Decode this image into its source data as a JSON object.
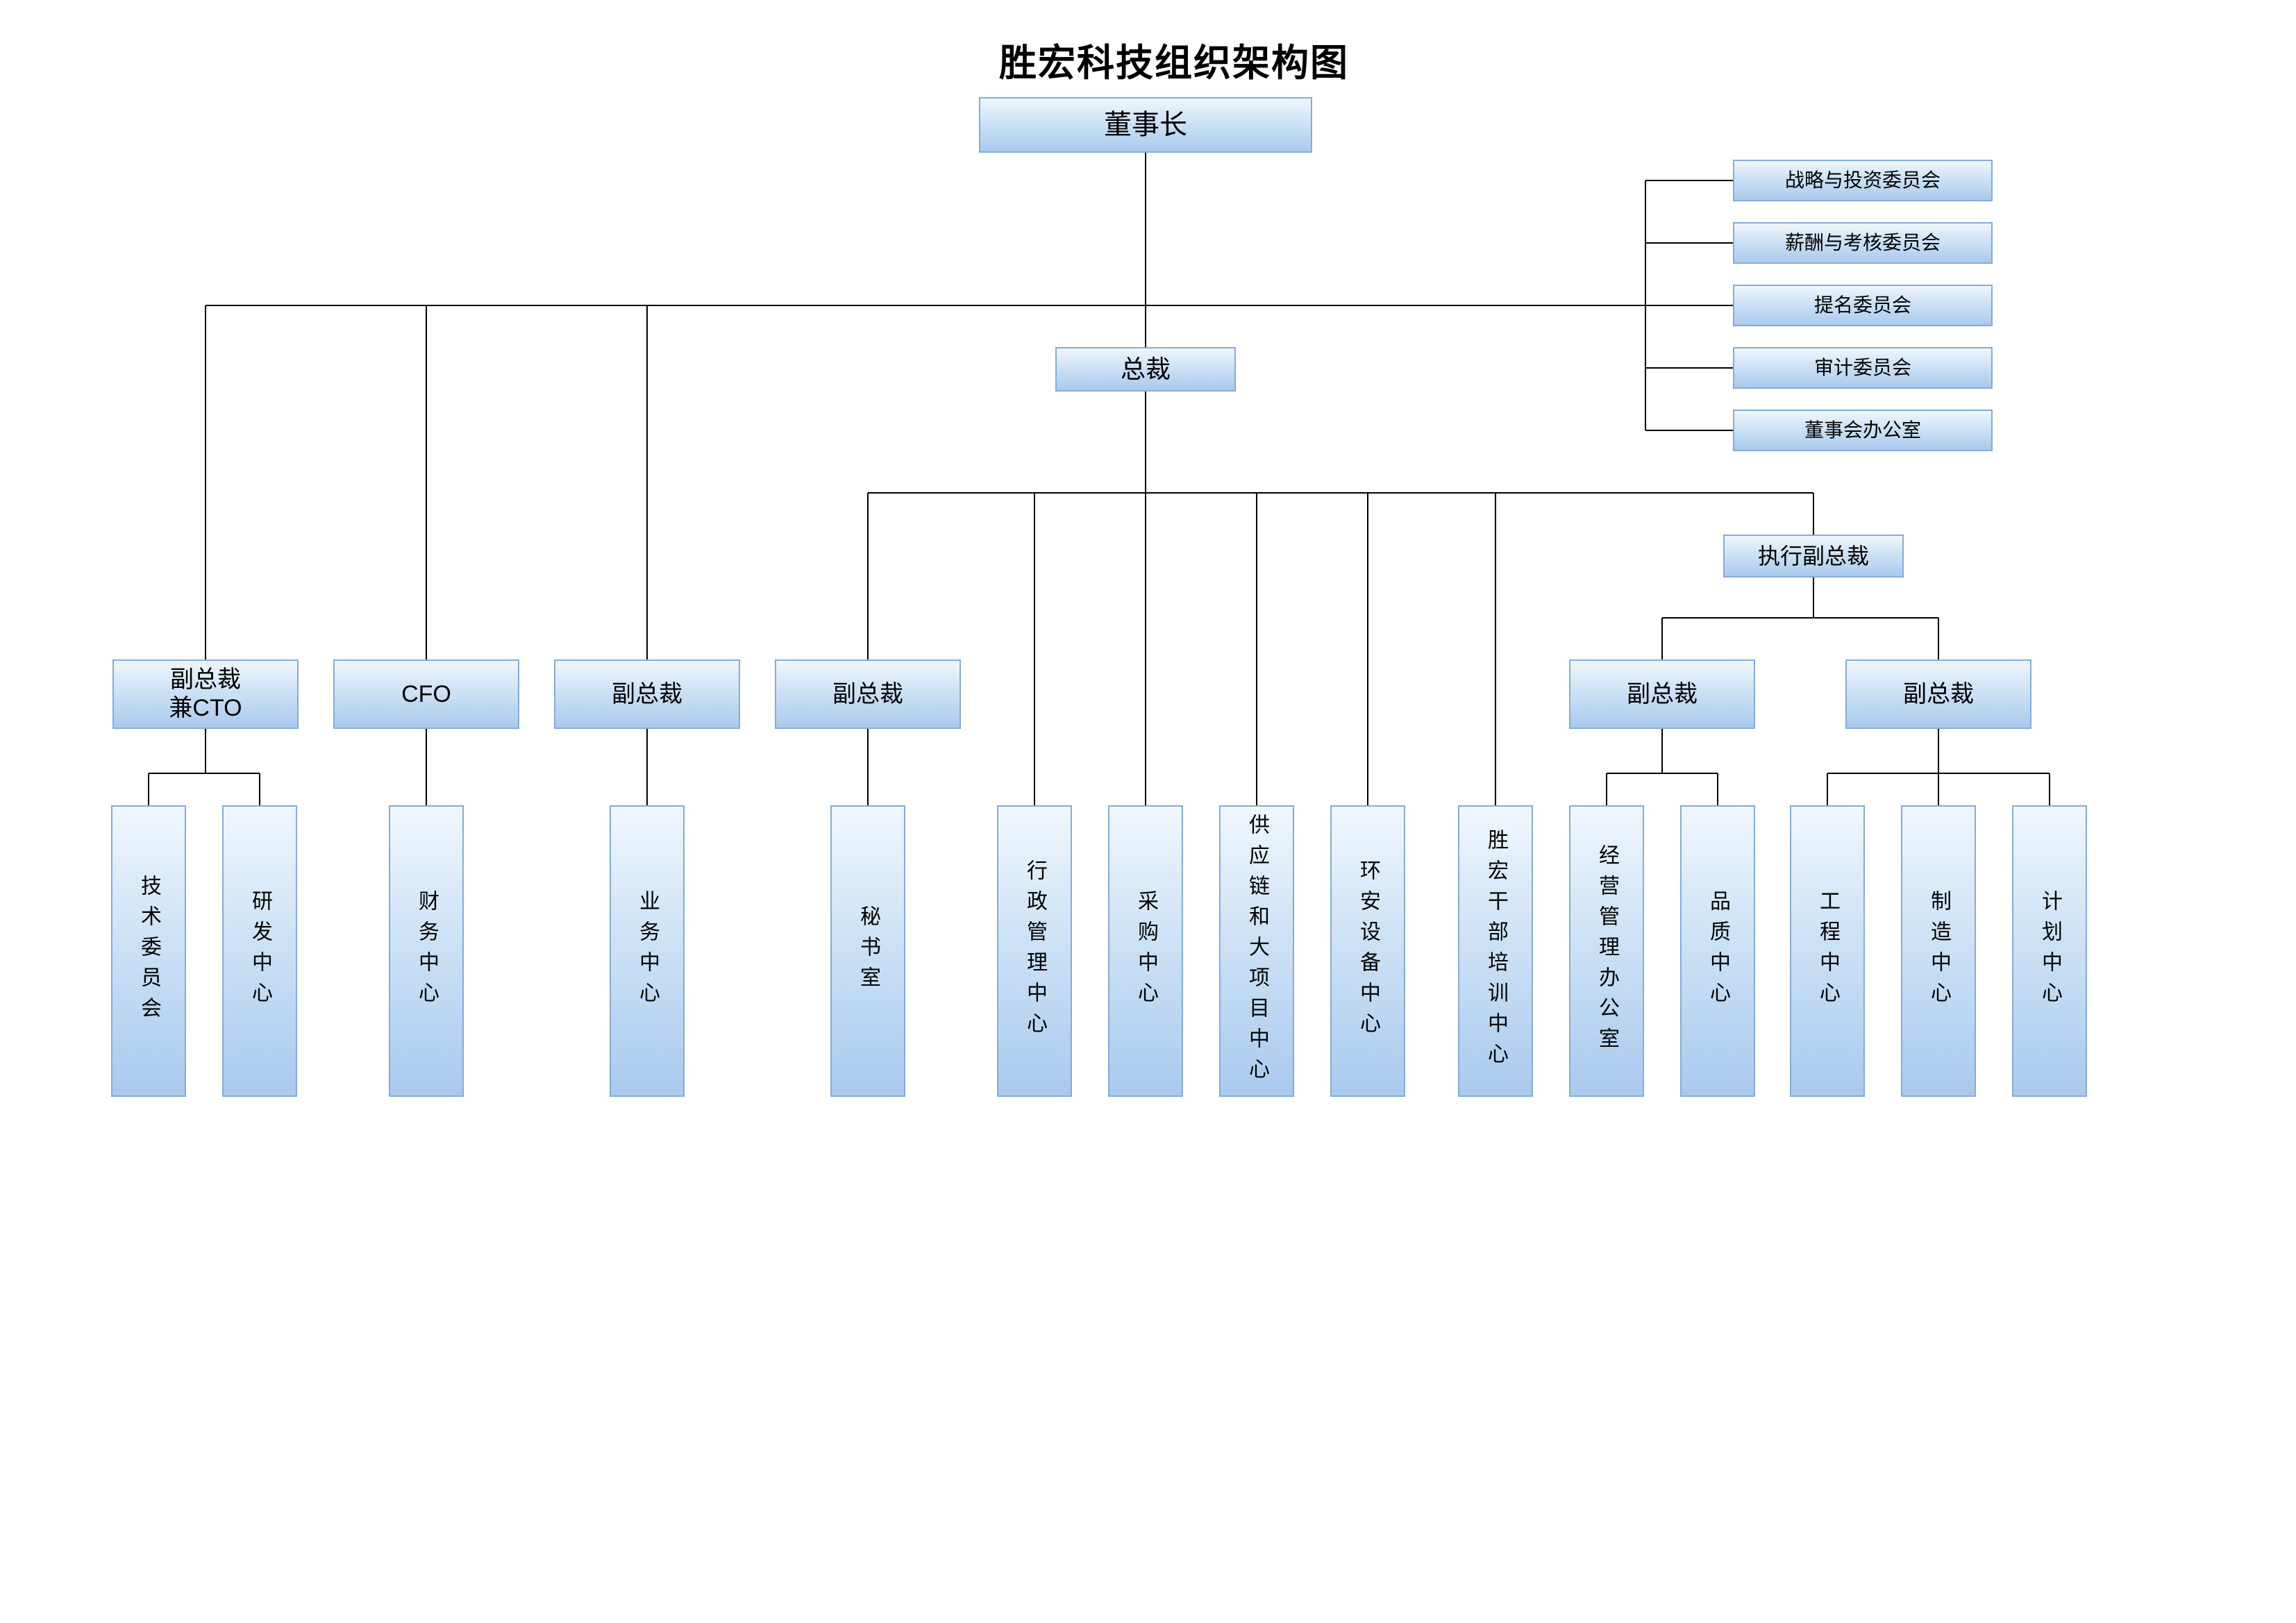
{
  "title": "胜宏科技组织架构图",
  "org": {
    "chairman": {
      "label": "董事长"
    },
    "board_committees": [
      {
        "label": "战略与投资委员会"
      },
      {
        "label": "薪酬与考核委员会"
      },
      {
        "label": "提名委员会"
      },
      {
        "label": "审计委员会"
      },
      {
        "label": "董事会办公室"
      }
    ],
    "president": {
      "label": "总裁"
    },
    "executive_vp": {
      "label": "执行副总裁"
    },
    "vps": [
      {
        "label": "副总裁\n兼CTO"
      },
      {
        "label": "CFO"
      },
      {
        "label": "副总裁"
      },
      {
        "label": "副总裁"
      },
      {
        "label": "副总裁"
      },
      {
        "label": "副总裁"
      }
    ],
    "departments": [
      {
        "label": "技术委员会"
      },
      {
        "label": "研发中心"
      },
      {
        "label": "财务中心"
      },
      {
        "label": "业务中心"
      },
      {
        "label": "秘书室"
      },
      {
        "label": "行政管理中心"
      },
      {
        "label": "采购中心"
      },
      {
        "label": "供应链和大项目中心"
      },
      {
        "label": "环安设备中心"
      },
      {
        "label": "胜宏干部培训中心"
      },
      {
        "label": "经营管理办公室"
      },
      {
        "label": "品质中心"
      },
      {
        "label": "工程中心"
      },
      {
        "label": "制造中心"
      },
      {
        "label": "计划中心"
      }
    ]
  },
  "colors": {
    "node_fill_top": "#f0f7fd",
    "node_fill_bottom": "#a9caee",
    "node_border": "#85abd8",
    "connector": "#000000",
    "text": "#000000",
    "background": "#ffffff"
  }
}
